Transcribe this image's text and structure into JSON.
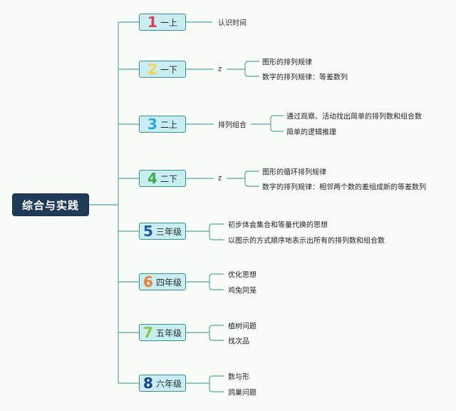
{
  "root": {
    "label": "综合与实践"
  },
  "grades": [
    {
      "num": "1",
      "label": "一上",
      "color": "#e23a4e",
      "mid": "",
      "items": [
        "认识时间"
      ]
    },
    {
      "num": "2",
      "label": "一下",
      "color": "#f3d34c",
      "mid": "z",
      "items": [
        "图形的排列规律",
        "数字的排列规律：等差数列"
      ]
    },
    {
      "num": "3",
      "label": "二上",
      "color": "#2ca7df",
      "mid": "排列组合",
      "items": [
        "通过观察、活动找出简单的排列数和组合数",
        "简单的逻辑推理"
      ]
    },
    {
      "num": "4",
      "label": "二下",
      "color": "#3fae49",
      "mid": "z",
      "items": [
        "图形的循环排列规律",
        "数字的排列规律：相邻两个数的差组成新的等差数列"
      ]
    },
    {
      "num": "5",
      "label": "三年级",
      "color": "#1c5aa6",
      "mid": "",
      "items": [
        "初步体会集合和等量代换的思想",
        "以图示的方式顺序地表示出所有的排列数和组合数"
      ]
    },
    {
      "num": "6",
      "label": "四年级",
      "color": "#ef7d2d",
      "mid": "",
      "items": [
        "优化思想",
        "鸡兔同笼"
      ]
    },
    {
      "num": "7",
      "label": "五年级",
      "color": "#8cc63f",
      "mid": "",
      "items": [
        "植树问题",
        "找次品"
      ]
    },
    {
      "num": "8",
      "label": "六年级",
      "color": "#1b3f8f",
      "mid": "",
      "items": [
        "数与形",
        "鸽巢问题"
      ]
    }
  ],
  "line_color": "#5aa59d"
}
